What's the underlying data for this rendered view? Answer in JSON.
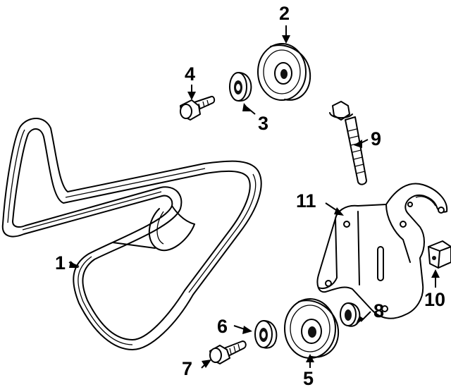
{
  "callouts": [
    {
      "id": "1",
      "part": "serpentine-belt"
    },
    {
      "id": "2",
      "part": "idler-pulley-upper"
    },
    {
      "id": "3",
      "part": "spacer-upper"
    },
    {
      "id": "4",
      "part": "pulley-bolt-upper"
    },
    {
      "id": "5",
      "part": "idler-pulley-lower"
    },
    {
      "id": "6",
      "part": "spacer-lower"
    },
    {
      "id": "7",
      "part": "pulley-bolt-lower"
    },
    {
      "id": "8",
      "part": "bracket-spacer"
    },
    {
      "id": "9",
      "part": "bracket-bolt"
    },
    {
      "id": "10",
      "part": "bracket-nut"
    },
    {
      "id": "11",
      "part": "pulley-bracket"
    }
  ]
}
